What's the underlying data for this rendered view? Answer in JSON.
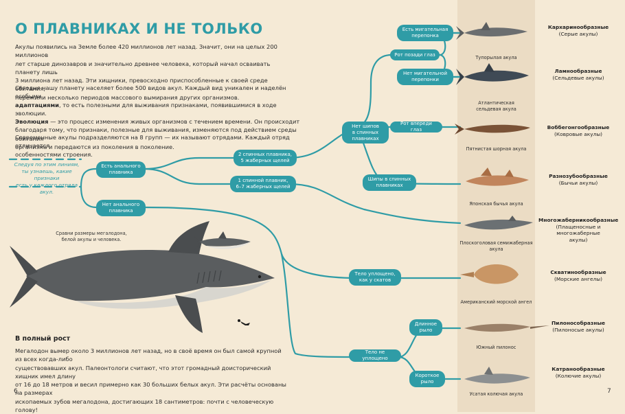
{
  "title": "О ПЛАВНИКАХ И НЕ ТОЛЬКО",
  "intro": {
    "p1": "Акулы появились на Земле более 420 миллионов лет назад. Значит, они на целых 200 миллионов\nлет старше динозавров и значительно древнее человека, который начал осваивать планету лишь\n3 миллиона лет назад. Эти хищники, превосходно приспособленные к своей среде обитания,\nпережили несколько периодов массового вымирания других организмов.",
    "p2_a": "Сегодня нашу планету населяет более 500 видов акул. Каждый вид уникален и наделён особыми\n",
    "p2_bold1": "адаптациями",
    "p2_b": ", то есть полезными для выживания признаками, появившимися в ходе эволюции.\n",
    "p2_bold2": "Эволюция",
    "p2_c": " — это процесс изменения живых организмов с течением времени. Он происходит\nблагодаря тому, что признаки, полезные для выживания, изменяются под действием среды обитания\nорганизма и передаются из поколения в поколение.",
    "p3": "Современные акулы подразделяются на 8 групп — их называют отрядами. Каждый отряд отличается\nособенностями строения."
  },
  "hint": "Следуя по этим линиям,\nты узнаешь, какие признаки\nесть у каждого отряда акул.",
  "nodes": {
    "anal_yes": "Есть анального\nплавника",
    "anal_no": "Нет анального\nплавника",
    "two_fins": "2 спинных плавника,\n5 жаберных щелей",
    "one_fin": "1 спинной плавник,\n6–7 жаберных щелей",
    "no_spines": "Нет шипов\nв спинных\nплавниках",
    "spines": "Шипы в спинных\nплавниках",
    "mouth_behind": "Рот позади глаз",
    "mouth_front": "Рот впереди глаз",
    "nict_yes": "Есть мигательная\nперепонка",
    "nict_no": "Нет мигательной\nперепонки",
    "flat": "Тело уплощено,\nкак у скатов",
    "not_flat": "Тело не уплощено",
    "long_snout": "Длинное\nрыло",
    "short_snout": "Короткое\nрыло"
  },
  "species": [
    "Тупорылая акула",
    "Атлантическая\nсельдевая акула",
    "Пятнистая шорная акула",
    "Японская бычья акула",
    "Плоскоголовая семижаберная\nакула",
    "Американский морской ангел",
    "Южный пилонос",
    "Усатая колючая акула"
  ],
  "groups": [
    {
      "name": "Кархаринообразные",
      "common": "(Серые акулы)"
    },
    {
      "name": "Ламнообразные",
      "common": "(Сельдевые акулы)"
    },
    {
      "name": "Воббегонгообразные",
      "common": "(Ковровые акулы)"
    },
    {
      "name": "Разнозубообразные",
      "common": "(Бычьи акулы)"
    },
    {
      "name": "Многожаберникообразные",
      "common": "(Плащеносные и многожаберные\nакулы)"
    },
    {
      "name": "Скватинообразные",
      "common": "(Морские ангелы)"
    },
    {
      "name": "Пилонособразные",
      "common": "(Пилоносые акулы)"
    },
    {
      "name": "Катранообразные",
      "common": "(Колючие акулы)"
    }
  ],
  "compare_caption": "Сравни размеры мегалодона,\nбелой акулы и человека.",
  "section2": {
    "heading": "В полный рост",
    "text": "Мегалодон вымер около 3 миллионов лет назад, но в своё время он был самой крупной из всех когда-либо\nсуществовавших акул. Палеонтологи считают, что этот громадный доисторический хищник имел длину\nот 16 до 18 метров и весил примерно как 30 больших белых акул. Эти расчёты основаны на размерах\nископаемых зубов мегалодона, достигающих 18 сантиметров: почти с человеческую голову!"
  },
  "pages": {
    "left": "6",
    "right": "7"
  },
  "colors": {
    "accent": "#2f9ca6",
    "background": "#f5ead6",
    "stripe": "#ebdcc4"
  }
}
